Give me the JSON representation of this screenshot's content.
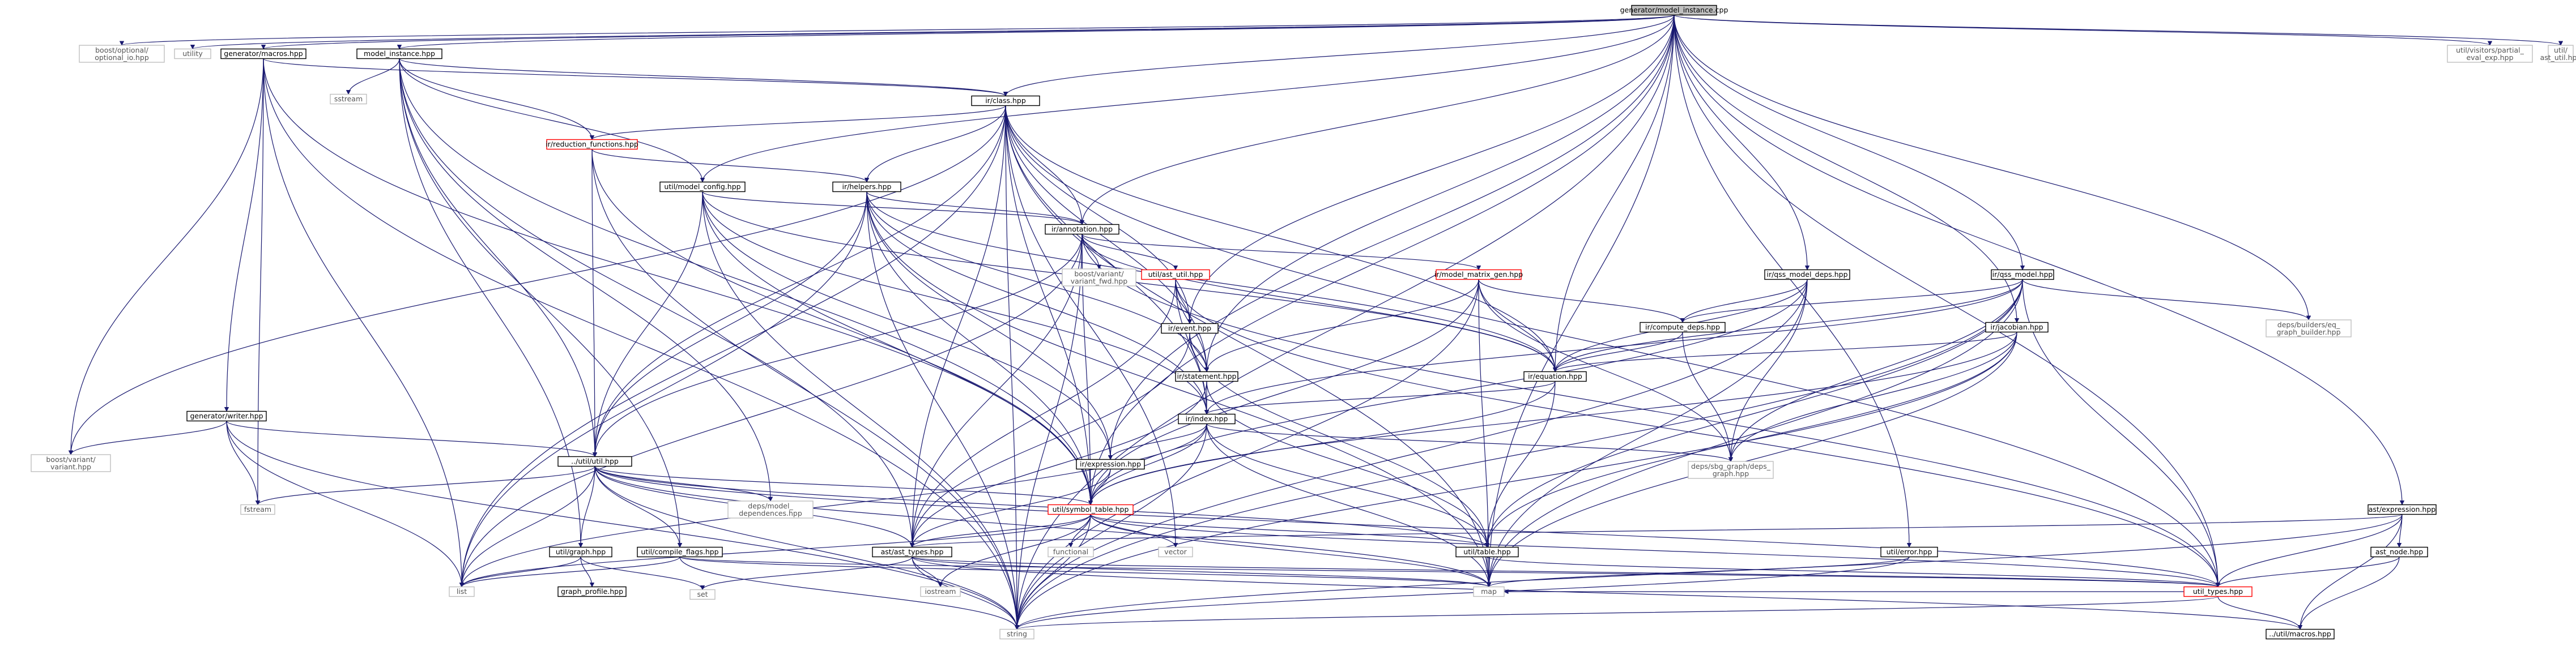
{
  "colors": {
    "edge": "#191970",
    "node_border": "#000000",
    "node_border_missing": "#bfbfbf",
    "node_border_truncated": "#ff0000",
    "node_fill_root": "#bfbfbf",
    "node_fill": "#ffffff",
    "text": "#000000",
    "text_missing": "#555555"
  },
  "nodes": [
    {
      "id": "root",
      "label": "generator/model_instance.cpp",
      "style": "root"
    },
    {
      "id": "opt",
      "label": "boost/optional/optional_io.hpp",
      "style": "missing"
    },
    {
      "id": "utility",
      "label": "utility",
      "style": "missing"
    },
    {
      "id": "gen_macros",
      "label": "generator/macros.hpp",
      "style": "normal"
    },
    {
      "id": "model_instance",
      "label": "model_instance.hpp",
      "style": "normal"
    },
    {
      "id": "partial_eval",
      "label": "util/visitors/partial_eval_exp.hpp",
      "style": "missing"
    },
    {
      "id": "ast_util_top",
      "label": "util/ast_util.hpp",
      "style": "missing"
    },
    {
      "id": "sstream",
      "label": "sstream",
      "style": "missing"
    },
    {
      "id": "class",
      "label": "ir/class.hpp",
      "style": "normal"
    },
    {
      "id": "reduction",
      "label": "ir/reduction_functions.hpp",
      "style": "truncated"
    },
    {
      "id": "model_config",
      "label": "util/model_config.hpp",
      "style": "normal"
    },
    {
      "id": "helpers",
      "label": "ir/helpers.hpp",
      "style": "normal"
    },
    {
      "id": "annotation",
      "label": "ir/annotation.hpp",
      "style": "normal"
    },
    {
      "id": "variant_fwd",
      "label": "boost/variant/variant_fwd.hpp",
      "style": "missing"
    },
    {
      "id": "ir_ast_util",
      "label": "util/ast_util.hpp",
      "style": "truncated"
    },
    {
      "id": "mmgen",
      "label": "ir/model_matrix_gen.hpp",
      "style": "truncated"
    },
    {
      "id": "qss_model_deps",
      "label": "ir/qss_model_deps.hpp",
      "style": "normal"
    },
    {
      "id": "qss_model",
      "label": "ir/qss_model.hpp",
      "style": "normal"
    },
    {
      "id": "sbg_builder",
      "label": "deps/builders/eq_graph_builder.hpp",
      "style": "missing"
    },
    {
      "id": "event",
      "label": "ir/event.hpp",
      "style": "normal"
    },
    {
      "id": "compute_deps",
      "label": "ir/compute_deps.hpp",
      "style": "normal"
    },
    {
      "id": "jacobian",
      "label": "ir/jacobian.hpp",
      "style": "normal"
    },
    {
      "id": "statement",
      "label": "ir/statement.hpp",
      "style": "normal"
    },
    {
      "id": "equation",
      "label": "ir/equation.hpp",
      "style": "normal"
    },
    {
      "id": "writer",
      "label": "generator/writer.hpp",
      "style": "normal"
    },
    {
      "id": "index",
      "label": "ir/index.hpp",
      "style": "normal"
    },
    {
      "id": "variant",
      "label": "boost/variant/variant.hpp",
      "style": "missing"
    },
    {
      "id": "sbg_deps",
      "label": "deps/sbg_graph/deps_graph.hpp",
      "style": "missing"
    },
    {
      "id": "ir_expression",
      "label": "ir/expression.hpp",
      "style": "normal"
    },
    {
      "id": "util_util",
      "label": "../util/util.hpp",
      "style": "normal"
    },
    {
      "id": "model_dependences",
      "label": "deps/model_dependences.hpp",
      "style": "missing"
    },
    {
      "id": "ast_expression",
      "label": "ast/expression.hpp",
      "style": "normal"
    },
    {
      "id": "fstream",
      "label": "fstream",
      "style": "missing"
    },
    {
      "id": "symbol_table",
      "label": "util/symbol_table.hpp",
      "style": "truncated"
    },
    {
      "id": "ast_types",
      "label": "ast/ast_types.hpp",
      "style": "normal"
    },
    {
      "id": "graph",
      "label": "util/graph.hpp",
      "style": "normal"
    },
    {
      "id": "compile_flags",
      "label": "util/compile_flags.hpp",
      "style": "normal"
    },
    {
      "id": "functional",
      "label": "functional",
      "style": "missing"
    },
    {
      "id": "vector",
      "label": "vector",
      "style": "missing"
    },
    {
      "id": "table",
      "label": "util/table.hpp",
      "style": "normal"
    },
    {
      "id": "error",
      "label": "util/error.hpp",
      "style": "normal"
    },
    {
      "id": "ast_node",
      "label": "ast_node.hpp",
      "style": "normal"
    },
    {
      "id": "list",
      "label": "list",
      "style": "missing"
    },
    {
      "id": "set",
      "label": "set",
      "style": "missing"
    },
    {
      "id": "graph_profile",
      "label": "graph_profile.hpp",
      "style": "normal"
    },
    {
      "id": "iostream",
      "label": "iostream",
      "style": "missing"
    },
    {
      "id": "map",
      "label": "map",
      "style": "missing"
    },
    {
      "id": "util_types",
      "label": "util_types.hpp",
      "style": "truncated"
    },
    {
      "id": "string",
      "label": "string",
      "style": "missing"
    },
    {
      "id": "util_macros",
      "label": "../util/macros.hpp",
      "style": "normal"
    }
  ],
  "edges": [
    [
      "root",
      "opt"
    ],
    [
      "root",
      "utility"
    ],
    [
      "root",
      "gen_macros"
    ],
    [
      "root",
      "model_instance"
    ],
    [
      "root",
      "partial_eval"
    ],
    [
      "root",
      "ast_util_top"
    ],
    [
      "root",
      "class"
    ],
    [
      "root",
      "annotation"
    ],
    [
      "root",
      "qss_model_deps"
    ],
    [
      "root",
      "qss_model"
    ],
    [
      "root",
      "sbg_builder"
    ],
    [
      "root",
      "event"
    ],
    [
      "root",
      "jacobian"
    ],
    [
      "root",
      "statement"
    ],
    [
      "root",
      "equation"
    ],
    [
      "root",
      "ir_expression"
    ],
    [
      "root",
      "symbol_table"
    ],
    [
      "root",
      "error"
    ],
    [
      "root",
      "ast_expression"
    ],
    [
      "root",
      "util_types"
    ],
    [
      "root",
      "map"
    ],
    [
      "root",
      "string"
    ],
    [
      "root",
      "model_config"
    ],
    [
      "gen_macros",
      "writer"
    ],
    [
      "gen_macros",
      "class"
    ],
    [
      "gen_macros",
      "variant"
    ],
    [
      "gen_macros",
      "string"
    ],
    [
      "gen_macros",
      "fstream"
    ],
    [
      "gen_macros",
      "list"
    ],
    [
      "gen_macros",
      "symbol_table"
    ],
    [
      "model_instance",
      "sstream"
    ],
    [
      "model_instance",
      "class"
    ],
    [
      "model_instance",
      "reduction"
    ],
    [
      "model_instance",
      "model_config"
    ],
    [
      "model_instance",
      "graph"
    ],
    [
      "model_instance",
      "compile_flags"
    ],
    [
      "model_instance",
      "symbol_table"
    ],
    [
      "model_instance",
      "model_dependences"
    ],
    [
      "model_instance",
      "util_util"
    ],
    [
      "model_instance",
      "ast_types"
    ],
    [
      "class",
      "reduction"
    ],
    [
      "class",
      "helpers"
    ],
    [
      "class",
      "annotation"
    ],
    [
      "class",
      "event"
    ],
    [
      "class",
      "statement"
    ],
    [
      "class",
      "equation"
    ],
    [
      "class",
      "util_util"
    ],
    [
      "class",
      "symbol_table"
    ],
    [
      "class",
      "util_types"
    ],
    [
      "class",
      "map"
    ],
    [
      "class",
      "string"
    ],
    [
      "class",
      "variant"
    ],
    [
      "class",
      "list"
    ],
    [
      "class",
      "vector"
    ],
    [
      "class",
      "ast_types"
    ],
    [
      "class",
      "index"
    ],
    [
      "reduction",
      "util_util"
    ],
    [
      "reduction",
      "symbol_table"
    ],
    [
      "reduction",
      "string"
    ],
    [
      "reduction",
      "helpers"
    ],
    [
      "model_config",
      "annotation"
    ],
    [
      "model_config",
      "util_util"
    ],
    [
      "model_config",
      "symbol_table"
    ],
    [
      "model_config",
      "equation"
    ],
    [
      "model_config",
      "index"
    ],
    [
      "model_config",
      "string"
    ],
    [
      "model_config",
      "ir_expression"
    ],
    [
      "helpers",
      "annotation"
    ],
    [
      "helpers",
      "util_util"
    ],
    [
      "helpers",
      "statement"
    ],
    [
      "helpers",
      "equation"
    ],
    [
      "helpers",
      "ir_expression"
    ],
    [
      "helpers",
      "symbol_table"
    ],
    [
      "helpers",
      "map"
    ],
    [
      "helpers",
      "string"
    ],
    [
      "helpers",
      "list"
    ],
    [
      "helpers",
      "index"
    ],
    [
      "annotation",
      "variant_fwd"
    ],
    [
      "annotation",
      "ir_ast_util"
    ],
    [
      "annotation",
      "mmgen"
    ],
    [
      "annotation",
      "util_util"
    ],
    [
      "annotation",
      "ast_types"
    ],
    [
      "annotation",
      "symbol_table"
    ],
    [
      "annotation",
      "equation"
    ],
    [
      "annotation",
      "util_types"
    ],
    [
      "annotation",
      "list"
    ],
    [
      "annotation",
      "string"
    ],
    [
      "ir_ast_util",
      "event"
    ],
    [
      "ir_ast_util",
      "statement"
    ],
    [
      "ir_ast_util",
      "ast_types"
    ],
    [
      "ir_ast_util",
      "util_types"
    ],
    [
      "ir_ast_util",
      "index"
    ],
    [
      "mmgen",
      "compute_deps"
    ],
    [
      "mmgen",
      "statement"
    ],
    [
      "mmgen",
      "equation"
    ],
    [
      "mmgen",
      "sbg_deps"
    ],
    [
      "mmgen",
      "map"
    ],
    [
      "mmgen",
      "string"
    ],
    [
      "mmgen",
      "symbol_table"
    ],
    [
      "qss_model_deps",
      "compute_deps"
    ],
    [
      "qss_model_deps",
      "equation"
    ],
    [
      "qss_model_deps",
      "sbg_deps"
    ],
    [
      "qss_model_deps",
      "map"
    ],
    [
      "qss_model_deps",
      "string"
    ],
    [
      "qss_model_deps",
      "symbol_table"
    ],
    [
      "qss_model",
      "compute_deps"
    ],
    [
      "qss_model",
      "equation"
    ],
    [
      "qss_model",
      "sbg_deps"
    ],
    [
      "qss_model",
      "sbg_builder"
    ],
    [
      "qss_model",
      "table"
    ],
    [
      "qss_model",
      "util_types"
    ],
    [
      "qss_model",
      "string"
    ],
    [
      "qss_model",
      "map"
    ],
    [
      "qss_model",
      "index"
    ],
    [
      "event",
      "statement"
    ],
    [
      "event",
      "ast_types"
    ],
    [
      "event",
      "table"
    ],
    [
      "compute_deps",
      "equation"
    ],
    [
      "compute_deps",
      "sbg_deps"
    ],
    [
      "jacobian",
      "equation"
    ],
    [
      "jacobian",
      "sbg_deps"
    ],
    [
      "jacobian",
      "table"
    ],
    [
      "jacobian",
      "string"
    ],
    [
      "jacobian",
      "map"
    ],
    [
      "jacobian",
      "symbol_table"
    ],
    [
      "statement",
      "index"
    ],
    [
      "statement",
      "ast_types"
    ],
    [
      "statement",
      "table"
    ],
    [
      "equation",
      "index"
    ],
    [
      "equation",
      "table"
    ],
    [
      "equation",
      "symbol_table"
    ],
    [
      "writer",
      "util_util"
    ],
    [
      "writer",
      "variant"
    ],
    [
      "writer",
      "fstream"
    ],
    [
      "writer",
      "list"
    ],
    [
      "writer",
      "string"
    ],
    [
      "index",
      "ir_expression"
    ],
    [
      "index",
      "symbol_table"
    ],
    [
      "index",
      "sbg_deps"
    ],
    [
      "index",
      "table"
    ],
    [
      "index",
      "map"
    ],
    [
      "index",
      "string"
    ],
    [
      "index",
      "list"
    ],
    [
      "ir_expression",
      "symbol_table"
    ],
    [
      "ir_expression",
      "ast_types"
    ],
    [
      "util_util",
      "model_dependences"
    ],
    [
      "util_util",
      "symbol_table"
    ],
    [
      "util_util",
      "ast_types"
    ],
    [
      "util_util",
      "graph"
    ],
    [
      "util_util",
      "compile_flags"
    ],
    [
      "util_util",
      "fstream"
    ],
    [
      "util_util",
      "util_types"
    ],
    [
      "util_util",
      "map"
    ],
    [
      "util_util",
      "string"
    ],
    [
      "util_util",
      "list"
    ],
    [
      "util_util",
      "table"
    ],
    [
      "ast_expression",
      "ast_types"
    ],
    [
      "ast_expression",
      "ast_node"
    ],
    [
      "ast_expression",
      "util_types"
    ],
    [
      "ast_expression",
      "util_macros"
    ],
    [
      "ast_expression",
      "string"
    ],
    [
      "symbol_table",
      "functional"
    ],
    [
      "symbol_table",
      "vector"
    ],
    [
      "symbol_table",
      "ast_types"
    ],
    [
      "symbol_table",
      "table"
    ],
    [
      "symbol_table",
      "map"
    ],
    [
      "symbol_table",
      "string"
    ],
    [
      "symbol_table",
      "list"
    ],
    [
      "symbol_table",
      "util_types"
    ],
    [
      "symbol_table",
      "iostream"
    ],
    [
      "ast_types",
      "iostream"
    ],
    [
      "ast_types",
      "set"
    ],
    [
      "ast_types",
      "map"
    ],
    [
      "ast_types",
      "string"
    ],
    [
      "ast_types",
      "util_macros"
    ],
    [
      "ast_types",
      "util_types"
    ],
    [
      "graph",
      "graph_profile"
    ],
    [
      "graph",
      "list"
    ],
    [
      "graph",
      "set"
    ],
    [
      "compile_flags",
      "map"
    ],
    [
      "compile_flags",
      "list"
    ],
    [
      "compile_flags",
      "string"
    ],
    [
      "compile_flags",
      "util_types"
    ],
    [
      "table",
      "map"
    ],
    [
      "table",
      "util_types"
    ],
    [
      "error",
      "map"
    ],
    [
      "error",
      "string"
    ],
    [
      "ast_node",
      "util_types"
    ],
    [
      "ast_node",
      "util_macros"
    ],
    [
      "util_types",
      "string"
    ],
    [
      "util_types",
      "map"
    ],
    [
      "util_types",
      "util_macros"
    ]
  ]
}
